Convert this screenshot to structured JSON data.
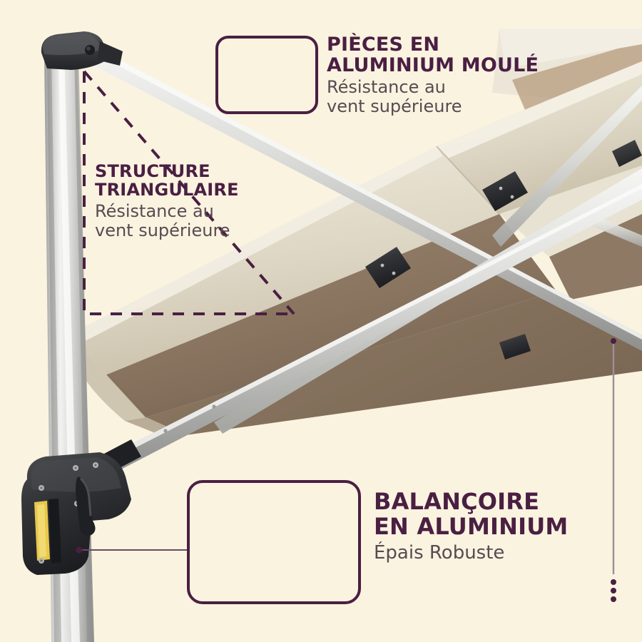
{
  "theme": {
    "background": "#faf3e0",
    "accent": "#4a1f42",
    "subtext": "#5a4a52",
    "canopy_top": "#e4ddcd",
    "canopy_under": "#8a7560",
    "pole": "#c8c9c6",
    "hardware": "#2e2e30",
    "handle_accent": "#e8c84a"
  },
  "callouts": {
    "top": {
      "headline": "PIÈCES EN\nALUMINIUM MOULÉ",
      "subline": "Résistance au\nvent supérieure",
      "image_alt": "cast-aluminium-cap-detail"
    },
    "middle": {
      "headline": "STRUCTURE\nTRIANGULAIRE",
      "subline": "Résistance au\nvent supérieure"
    },
    "bottom": {
      "headline": "BALANÇOIRE\nEN ALUMINIUM",
      "subline": "Épais Robuste",
      "image_alt": "aluminium-crank-handle-detail"
    }
  },
  "product": {
    "name": "cantilever-patio-umbrella",
    "parts": [
      "mast-pole",
      "top-cap-joint",
      "support-arm",
      "canopy",
      "canopy-ribs",
      "crank-housing",
      "tilt-lever"
    ]
  },
  "decorations": {
    "triangle_label": "dashed-structure-triangle",
    "right_rule_label": "vertical-accent-rule",
    "right_rule_dots": 3
  }
}
